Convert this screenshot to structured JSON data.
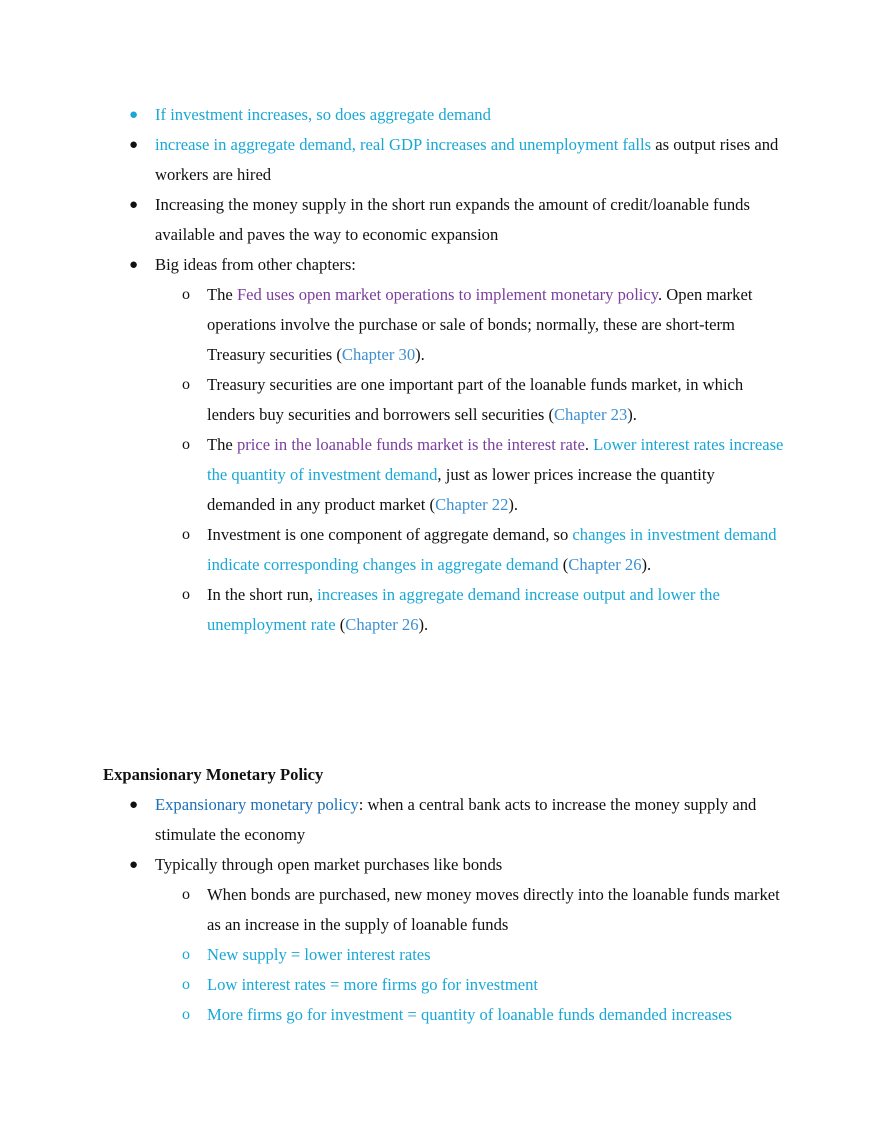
{
  "section1": {
    "b1": "If investment increases, so does aggregate demand",
    "b2_hl": "increase in aggregate demand, real GDP increases and unemployment falls",
    "b2_rest": " as output rises and workers are hired",
    "b3": "Increasing the money supply in the short run expands the amount of credit/loanable funds available and paves the way to economic expansion",
    "b4": "Big ideas from other chapters:",
    "s1": {
      "pre": "The ",
      "hl": "Fed uses open market operations to implement monetary policy",
      "mid": ". Open market operations involve the purchase or sale of bonds; normally, these are short-term Treasury securities (",
      "ref": "Chapter 30",
      "post": ")."
    },
    "s2": {
      "text": "Treasury securities are one important part of the loanable funds market, in which lenders buy securities and borrowers sell securities (",
      "ref": "Chapter 23",
      "post": ")."
    },
    "s3": {
      "pre": "The ",
      "hl1": "price in the loanable funds market is the interest rate",
      "mid1": ". ",
      "hl2": "Lower interest rates increase the quantity of investment demand",
      "mid2": ", just as lower prices increase the quantity demanded in any product market (",
      "ref": "Chapter 22",
      "post": ")."
    },
    "s4": {
      "pre": "Investment is one component of aggregate demand, so ",
      "hl": "changes in investment demand indicate corresponding changes in aggregate demand",
      "mid": " (",
      "ref": "Chapter 26",
      "post": ")."
    },
    "s5": {
      "pre": "In the short run, ",
      "hl": "increases in aggregate demand increase output and lower the unemployment rate",
      "mid": " (",
      "ref": "Chapter 26",
      "post": ")."
    }
  },
  "section2": {
    "heading": "Expansionary Monetary Policy",
    "b1_term": "Expansionary monetary policy",
    "b1_rest": ": when a central bank acts to increase the money supply and stimulate the economy",
    "b2": "Typically through open market purchases like bonds",
    "s1": "When bonds are purchased, new money moves directly into the loanable funds market as an increase in the supply of loanable funds",
    "s2": "New supply = lower interest rates",
    "s3": "Low interest rates = more firms go for investment",
    "s4": "More firms go for investment = quantity of loanable funds demanded increases"
  },
  "colors": {
    "cyan": "#1aa7d6",
    "purple": "#7b3f9e",
    "chapter_link": "#3d8fd1",
    "term_blue": "#1c6fb8"
  }
}
